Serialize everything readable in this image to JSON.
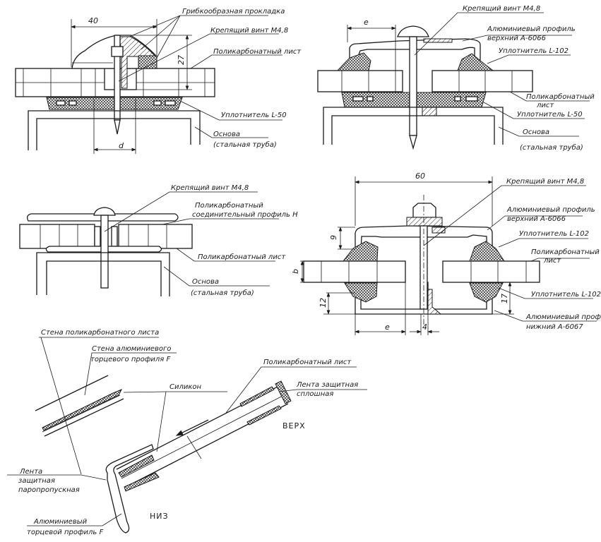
{
  "fig1": {
    "dim_width": "40",
    "dim_height": "27",
    "dim_d": "d",
    "labels": {
      "gasket": "Грибкообразная прокладка",
      "screw": "Крепящий винт М4,8",
      "sheet": "Поликарбонатный лист",
      "seal": "Уплотнитель L-50",
      "base_1": "Основа",
      "base_2": "(стальная труба)"
    }
  },
  "fig2": {
    "dim_e": "e",
    "labels": {
      "screw": "Крепящий винт М4,8",
      "profile_1": "Алюминиевый профиль",
      "profile_2": "верхний А-6066",
      "seal_top": "Уплотнитель L-102",
      "sheet_1": "Поликарбонатный",
      "sheet_2": "лист",
      "seal_bottom": "Уплотнитель L-50",
      "base_1": "Основа",
      "base_2": "(стальная труба)"
    }
  },
  "fig3": {
    "labels": {
      "screw": "Крепящий винт М4,8",
      "hprofile_1": "Поликарбонатный",
      "hprofile_2": "соединительный профиль Н",
      "sheet": "Поликарбонатный лист",
      "base_1": "Основа",
      "base_2": "(стальная труба)"
    }
  },
  "fig4": {
    "dim_width": "60",
    "dim_9": "9",
    "dim_b": "b",
    "dim_12": "12",
    "dim_17": "17",
    "dim_e": "e",
    "dim_4": "4",
    "labels": {
      "screw": "Крепящий винт М4,8",
      "upper_1": "Алюминиевый профиль",
      "upper_2": "верхний А-6066",
      "seal_top": "Уплотнитель L-102",
      "sheet_1": "Поликарбонатный",
      "sheet_2": "лист",
      "seal_bottom": "Уплотнитель L-102",
      "lower_1": "Алюминиевый профиль",
      "lower_2": "нижний А-6067"
    }
  },
  "fig5": {
    "labels": {
      "sheet_wall": "Стена поликарбонатного листа",
      "alu_wall_1": "Стена алюминиевого",
      "alu_wall_2": "торцевого профиля F",
      "silicone": "Силикон",
      "sheet": "Поликарбонатный лист",
      "tape_solid_1": "Лента защитная",
      "tape_solid_2": "сплошная",
      "top": "ВЕРХ",
      "tape_vapor_1": "Лента",
      "tape_vapor_2": "защитная",
      "tape_vapor_3": "паропропускная",
      "bottom": "НИЗ",
      "end_profile_1": "Алюминиевый",
      "end_profile_2": "торцевой профиль F"
    }
  }
}
